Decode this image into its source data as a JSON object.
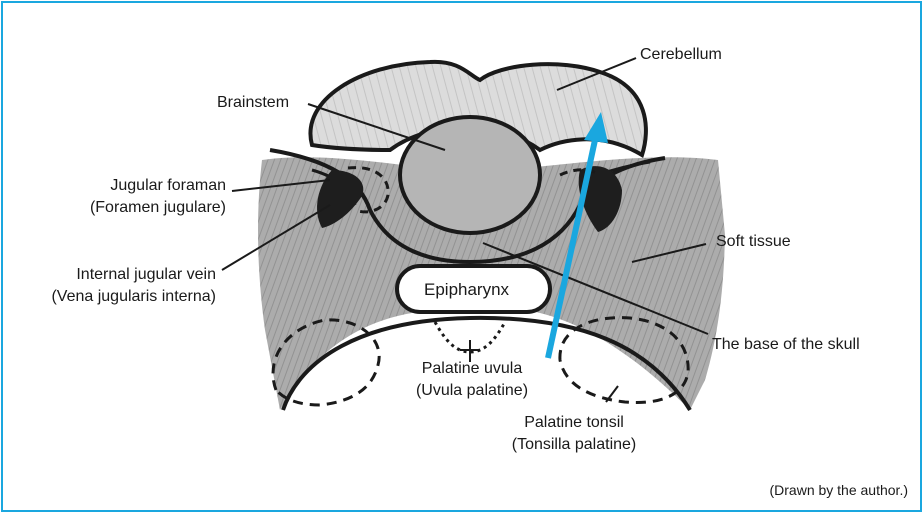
{
  "labels": {
    "cerebellum": "Cerebellum",
    "brainstem": "Brainstem",
    "jugular_foramen_line1": "Jugular foraman",
    "jugular_foramen_line2": "(Foramen jugulare)",
    "internal_jugular_vein_line1": "Internal jugular vein",
    "internal_jugular_vein_line2": "(Vena jugularis interna)",
    "soft_tissue": "Soft tissue",
    "epipharynx": "Epipharynx",
    "base_of_skull": "The base of the skull",
    "palatine_uvula_line1": "Palatine uvula",
    "palatine_uvula_line2": "(Uvula palatine)",
    "palatine_tonsil_line1": "Palatine tonsil",
    "palatine_tonsil_line2": "(Tonsilla palatine)"
  },
  "credit": "(Drawn by the author.)",
  "colors": {
    "frame": "#1aa7df",
    "arrow": "#1aa7df",
    "ink": "#1a1a1a",
    "tissue": "#9a9a9a",
    "shade": "#cfcfcf"
  }
}
